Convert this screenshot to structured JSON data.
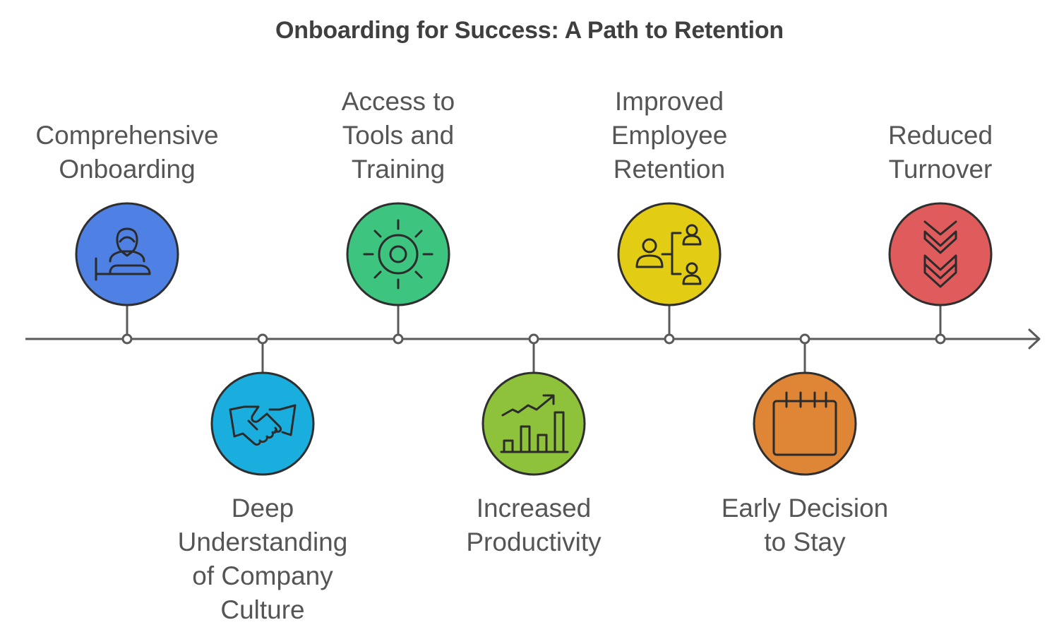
{
  "title": "Onboarding for Success: A Path to Retention",
  "steps": [
    {
      "lines": [
        "Comprehensive",
        "Onboarding"
      ],
      "position": "top",
      "color": "#4f81e4",
      "icon": "person-at-desk-icon"
    },
    {
      "lines": [
        "Deep",
        "Understanding",
        "of Company",
        "Culture"
      ],
      "position": "bottom",
      "color": "#1aaedf",
      "icon": "handshake-icon"
    },
    {
      "lines": [
        "Access to",
        "Tools and",
        "Training"
      ],
      "position": "top",
      "color": "#3dc47e",
      "icon": "gear-icon"
    },
    {
      "lines": [
        "Increased",
        "Productivity"
      ],
      "position": "bottom",
      "color": "#8ec23a",
      "icon": "growth-chart-icon"
    },
    {
      "lines": [
        "Improved",
        "Employee",
        "Retention"
      ],
      "position": "top",
      "color": "#e2cd14",
      "icon": "org-chart-icon"
    },
    {
      "lines": [
        "Early Decision",
        "to Stay"
      ],
      "position": "bottom",
      "color": "#df8636",
      "icon": "calendar-icon"
    },
    {
      "lines": [
        "Reduced",
        "Turnover"
      ],
      "position": "top",
      "color": "#e05b5b",
      "icon": "chevrons-down-icon"
    }
  ]
}
